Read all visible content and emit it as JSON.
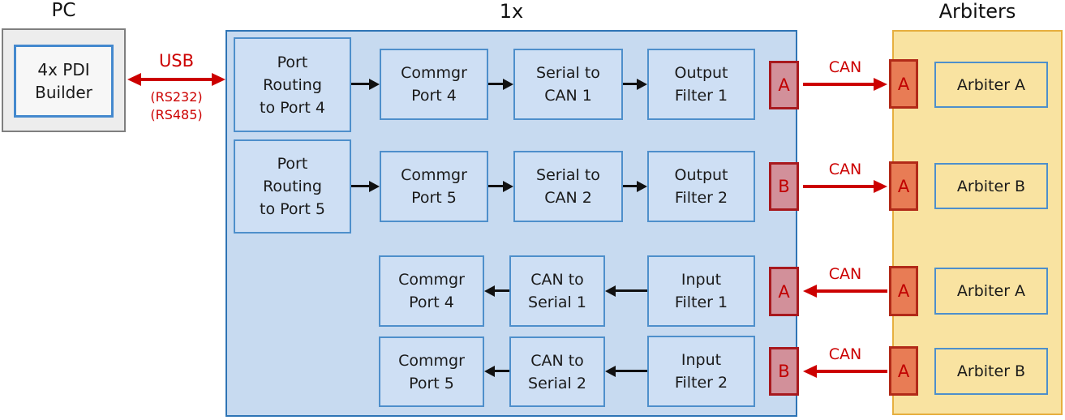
{
  "titles": {
    "pc": "PC",
    "center": "1x",
    "arbiters": "Arbiters"
  },
  "pc": {
    "app": "4x PDI\nBuilder"
  },
  "usb": {
    "label": "USB",
    "sub1": "(RS232)",
    "sub2": "(RS485)"
  },
  "rows": [
    {
      "boxes": [
        "Port\nRouting\nto Port 4",
        "Commgr\nPort 4",
        "Serial to\nCAN 1",
        "Output\nFilter 1"
      ],
      "port": "A",
      "can": "CAN",
      "arb_port": "A",
      "arbiter": "Arbiter A"
    },
    {
      "boxes": [
        "Port\nRouting\nto Port 5",
        "Commgr\nPort 5",
        "Serial to\nCAN 2",
        "Output\nFilter 2"
      ],
      "port": "B",
      "can": "CAN",
      "arb_port": "A",
      "arbiter": "Arbiter B"
    },
    {
      "boxes": [
        "Commgr\nPort 4",
        "CAN to\nSerial 1",
        "Input\nFilter 1"
      ],
      "port": "A",
      "can": "CAN",
      "arb_port": "A",
      "arbiter": "Arbiter A"
    },
    {
      "boxes": [
        "Commgr\nPort 5",
        "CAN to\nSerial 2",
        "Input\nFilter 2"
      ],
      "port": "B",
      "can": "CAN",
      "arb_port": "A",
      "arbiter": "Arbiter B"
    }
  ],
  "colors": {
    "red_accent": "#CC0000",
    "blue_container_fill": "#C7DAF0",
    "blue_container_border": "#2E74B5",
    "inner_box_fill": "#CEDFF4",
    "inner_box_border": "#4E8FCB",
    "yellow_container_fill": "#F9E3A1",
    "yellow_container_border": "#E6AF3F",
    "pink_port_fill": "#D2909A",
    "orange_port_fill": "#E87C55",
    "port_border": "#A8191E",
    "pc_box_fill": "#EDEDED",
    "pc_box_border": "#7F7F7F"
  }
}
